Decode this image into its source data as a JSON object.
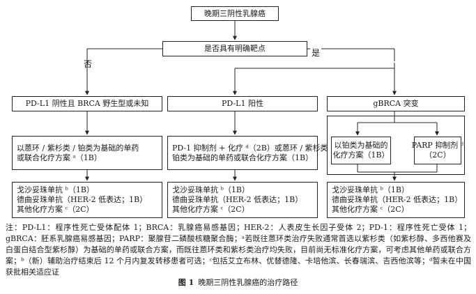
{
  "flow": {
    "root": "晚期三阴性乳腺癌",
    "question": "是否具有明确靶点",
    "branch_no": "否",
    "branch_yes": "是",
    "cat_left": "PD-L1 阴性且 BRCA 野生型或未知",
    "cat_mid": "PD-L1 阳性",
    "cat_right": "gBRCA 突变",
    "first_left_l1": "以蒽环 / 紫杉类 / 铂类为基础的单药",
    "first_left_l2": "或联合化疗方案 ᵃ（1B）",
    "first_mid_l1": "PD-1 抑制剂 + 化疗 ᵈ（2B）或蒽环 / 紫杉类",
    "first_mid_l2": "铂类为基础的单药或联合化疗方案（1B）",
    "first_right_a_l1": "以铂类为基础的",
    "first_right_a_l2": "化疗方案（1B）",
    "first_right_b_l1": "PARP 抑制剂 ᵈ",
    "first_right_b_l2": "（2C）",
    "second_l1": "戈沙妥珠单抗 ᵇ（1B）",
    "second_l2": "德曲妥珠单抗（HER-2 低表达；1B）",
    "second_l3": "其他化疗方案 ᶜ（2C）"
  },
  "note": "注：PD-L1：程序性死亡受体配体 1；BRCA：乳腺癌易感基因；HER-2：人表皮生长因子受体 2；PD-1：程序性死亡受体 1；gBRCA：胚系乳腺癌易感基因；PARP：聚腺苷二磷酸核糖聚合酶；ᵃ若既往蒽环类治疗失败通常首选以紫杉类（如紫杉醇、多西他赛及白蛋白结合型紫杉醇）为基础的单药或联合方案，而既往蒽环类和紫杉类治疗均失败，目前尚无标准化疗方案，可考虑其他单药或联合方案；ᵇ（新）辅助治疗结束后 12 个月内复发转移患者可选；ᶜ包括艾立布林、优替德隆、卡培他滨、长春瑞滨、吉西他滨等；ᵈ暂未在中国获批相关适应证",
  "caption": {
    "number": "图 1",
    "title": "晚期三阴性乳腺癌的治疗路径"
  }
}
